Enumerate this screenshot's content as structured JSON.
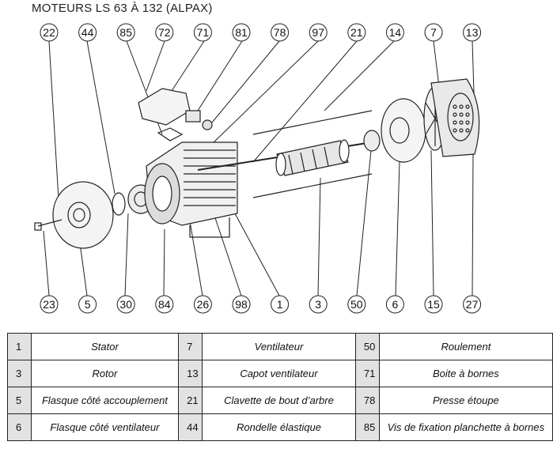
{
  "title": "MOTEURS LS 63 À 132 (ALPAX)",
  "callouts_top": [
    "22",
    "44",
    "85",
    "72",
    "71",
    "81",
    "78",
    "97",
    "21",
    "14",
    "7",
    "13"
  ],
  "callouts_bottom": [
    "23",
    "5",
    "30",
    "84",
    "26",
    "98",
    "1",
    "3",
    "50",
    "6",
    "15",
    "27"
  ],
  "legend": [
    [
      {
        "num": "1",
        "label": "Stator"
      },
      {
        "num": "7",
        "label": "Ventilateur"
      },
      {
        "num": "50",
        "label": "Roulement"
      }
    ],
    [
      {
        "num": "3",
        "label": "Rotor"
      },
      {
        "num": "13",
        "label": "Capot ventilateur"
      },
      {
        "num": "71",
        "label": "Boite à bornes"
      }
    ],
    [
      {
        "num": "5",
        "label": "Flasque côté accouplement"
      },
      {
        "num": "21",
        "label": "Clavette de bout d’arbre"
      },
      {
        "num": "78",
        "label": "Presse étoupe"
      }
    ],
    [
      {
        "num": "6",
        "label": "Flasque côté ventilateur"
      },
      {
        "num": "44",
        "label": "Rondelle élastique"
      },
      {
        "num": "85",
        "label": "Vis de fixation planchette à bornes"
      }
    ]
  ]
}
